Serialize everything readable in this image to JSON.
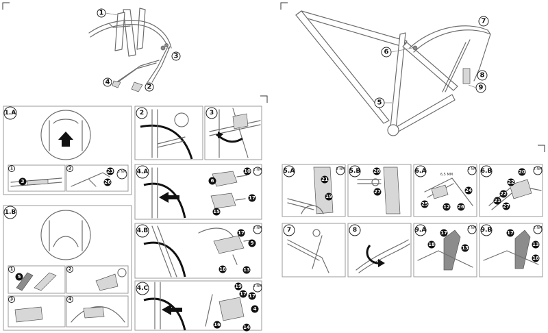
{
  "overview_callouts": {
    "c1": "1",
    "c2": "2",
    "c3": "3",
    "c4": "4",
    "c5": "5",
    "c6": "6",
    "c7": "7",
    "c8": "8",
    "c9": "9"
  },
  "steps": {
    "s1a": "1.A",
    "s1b": "1.B",
    "s2": "2",
    "s3": "3",
    "s4a": "4.A",
    "s4b": "4.B",
    "s4c": "4.C",
    "s5a": "5.A",
    "s5b": "5.B",
    "s6a": "6.A",
    "s6b": "6.B",
    "s7": "7",
    "s8": "8",
    "s9a": "9.A",
    "s9b": "9.B"
  },
  "sub_steps": {
    "a1": "1",
    "a2": "2",
    "b1": "1",
    "b2": "2",
    "b3": "3",
    "b4": "4"
  },
  "torque": {
    "t1a": "5 NM",
    "t4a": "1 NM",
    "t4b": "2 NM",
    "t4c": "1 NM",
    "t5a": "5 NM",
    "t6a": "2 NM",
    "t6b": "2 NM",
    "t9a": "2 NM",
    "t9b": "2 NM",
    "allen": "6,5 MM"
  },
  "part_numbers": {
    "p1a_3": "3",
    "p1a_23": "23",
    "p1a_26": "26",
    "p1b_5": "5",
    "p4a_6": "6",
    "p4a_10": "10",
    "p4a_17": "17",
    "p4a_15": "15",
    "p4b_17": "17",
    "p4b_9": "9",
    "p4b_18": "18",
    "p4b_13": "13",
    "p4c_19": "19",
    "p4c_17a": "17",
    "p4c_17b": "17",
    "p4c_4": "4",
    "p4c_16": "16",
    "p4c_14": "14",
    "p5a_21": "21",
    "p5a_19": "19",
    "p5b_28": "28",
    "p5b_27": "27",
    "p6a_24": "24",
    "p6a_25": "25",
    "p6a_12": "12",
    "p6a_26": "26",
    "p6b_20": "20",
    "p6b_22a": "22",
    "p6b_22b": "22",
    "p6b_21": "21",
    "p6b_27": "27",
    "p9a_17": "17",
    "p9a_18": "18",
    "p9a_13": "13",
    "p9b_17": "17",
    "p9b_13": "13",
    "p9b_18": "18"
  }
}
